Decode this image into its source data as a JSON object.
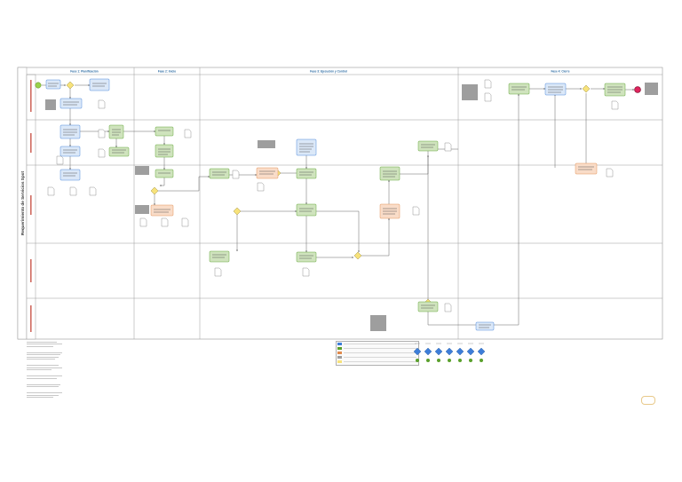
{
  "diagram": {
    "title": "Requerimiento de Servicios Spot",
    "phases": [
      "Fase 1: Planificación",
      "Fase 2: Inicio",
      "Fase 3: Ejecución y Control",
      "Fase 4: Cierre"
    ]
  },
  "colors": {
    "lane_label": "#c0392b",
    "task_blue": "#dbe8f8",
    "task_green": "#cfe3bd",
    "task_orange": "#f9dcc8",
    "gateway": "#f7e27a",
    "start_event": "#9ad14b",
    "end_event": "#e0245e",
    "annotation_gray": "#9e9e9e",
    "legend_blue": "#3d7dd8",
    "legend_green": "#5aa02c"
  }
}
